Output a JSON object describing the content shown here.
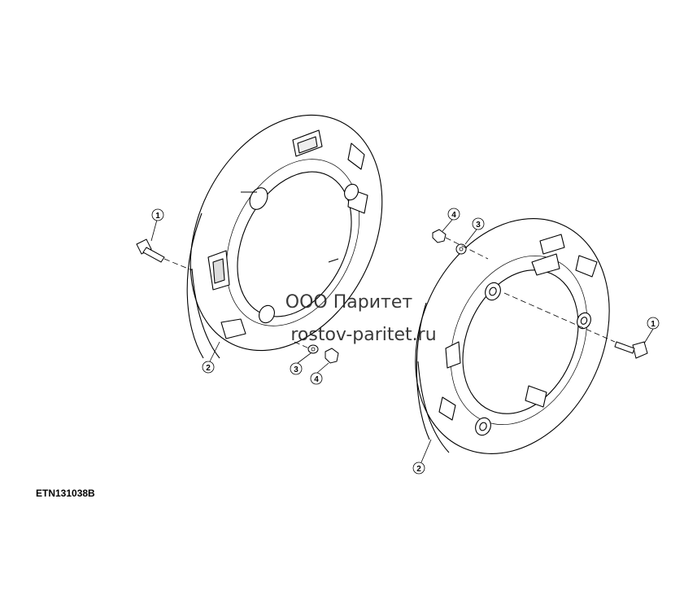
{
  "figure_id": "ETN131038B",
  "watermark": {
    "line1": "ООО Паритет",
    "line2": "rostov-paritet.ru"
  },
  "callouts": {
    "bolt_left": "1",
    "bolt_right": "1",
    "weight_left": "2",
    "weight_right": "2",
    "washer_left": "3",
    "washer_right": "3",
    "nut_left": "4",
    "nut_right": "4"
  },
  "colors": {
    "line": "#000000",
    "background": "#ffffff"
  }
}
